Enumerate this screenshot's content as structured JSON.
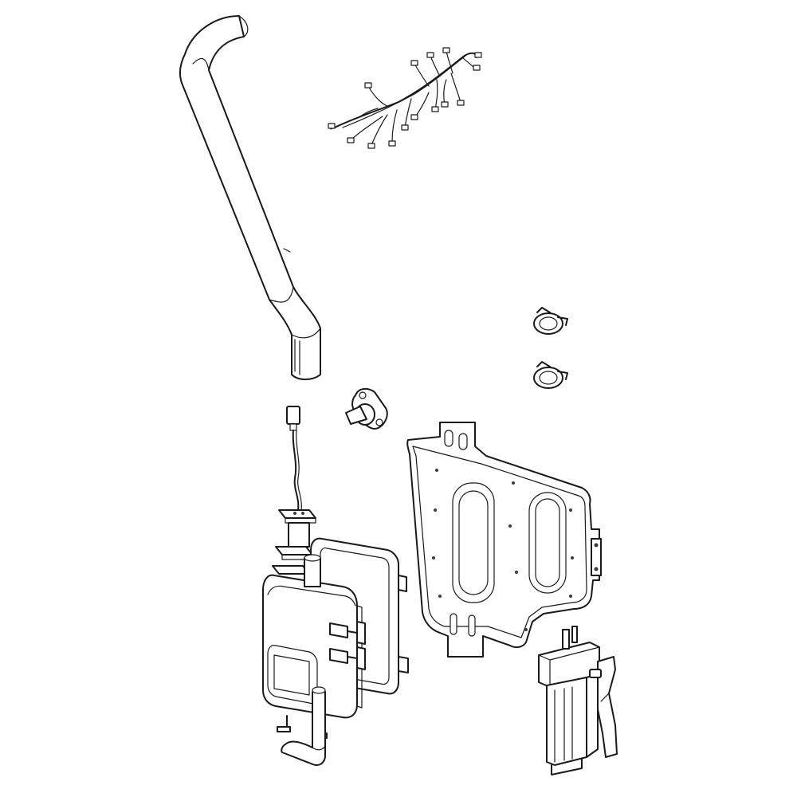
{
  "diagram": {
    "colors": {
      "line": "#1a1a1a",
      "background": "#ffffff"
    },
    "parts": [
      {
        "id": "outlet-hose",
        "icon": "bent-tube"
      },
      {
        "id": "wire-harness",
        "icon": "wiring-harness"
      },
      {
        "id": "hose-clamp-upper",
        "icon": "spring-clamp"
      },
      {
        "id": "hose-clamp-lower",
        "icon": "spring-clamp"
      },
      {
        "id": "thermostat",
        "icon": "flanged-thermostat"
      },
      {
        "id": "temperature-sensor",
        "icon": "sensor-with-lead"
      },
      {
        "id": "steam-generator",
        "icon": "boiler-tank"
      },
      {
        "id": "generator-gasket",
        "icon": "gasket-frame"
      },
      {
        "id": "mounting-bracket",
        "icon": "bracket-plate"
      },
      {
        "id": "water-valve",
        "icon": "solenoid-valve"
      },
      {
        "id": "drain-hose",
        "icon": "elbow-tube"
      }
    ]
  }
}
